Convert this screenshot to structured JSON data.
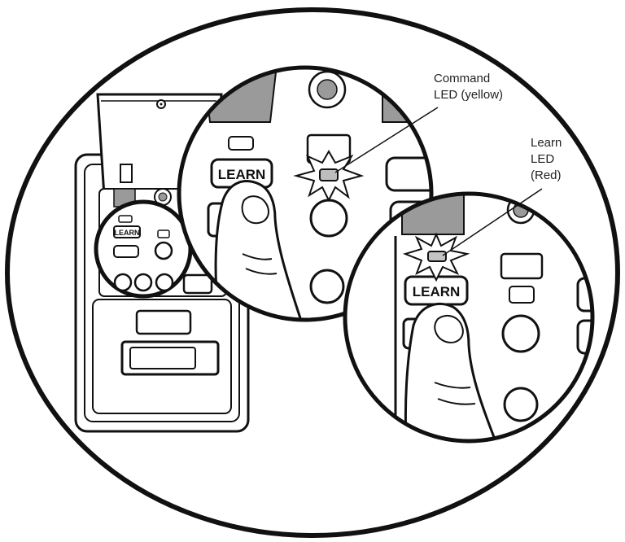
{
  "labels": {
    "command_led": [
      "Command",
      "LED (yellow)"
    ],
    "learn_led": [
      "Learn",
      "LED",
      "(Red)"
    ],
    "learn_button": "LEARN"
  },
  "colors": {
    "line": "#111111",
    "fill": "#ffffff",
    "gray": "#9a9a9a",
    "led_yellow": "#bdbdbd",
    "led_red": "#c4c4c4"
  }
}
